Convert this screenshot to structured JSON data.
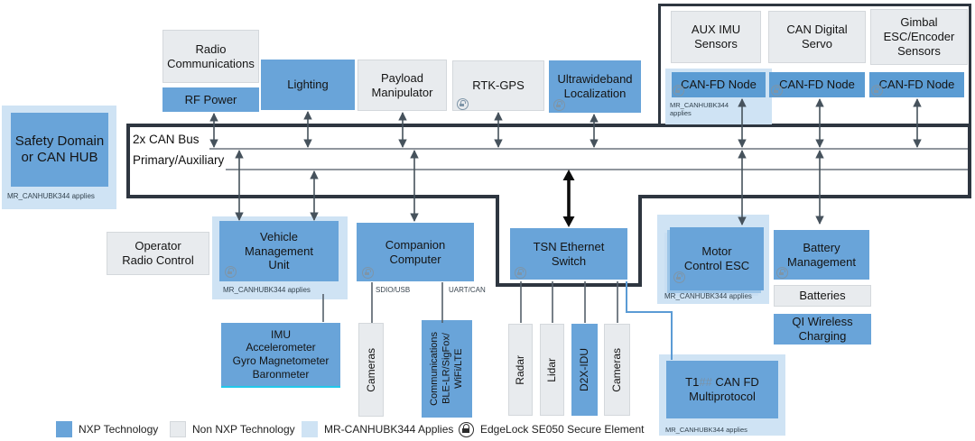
{
  "diagram": {
    "safety": {
      "title": "Safety Domain\nor CAN HUB",
      "caption": "MR_CANHUBK344 applies"
    },
    "bus": {
      "line1": "2x CAN Bus",
      "line2": "Primary/Auxiliary"
    },
    "top_row": {
      "radio": "Radio\nCommunications",
      "rf_power": "RF Power",
      "lighting": "Lighting",
      "payload": "Payload\nManipulator",
      "rtk": "RTK-GPS",
      "uwb": "Ultrawideband\nLocalization"
    },
    "sensor_group": {
      "aux_imu": "AUX IMU\nSensors",
      "servo": "CAN Digital\nServo",
      "gimbal": "Gimbal\nESC/Encoder\nSensors",
      "node1": "CAN-FD Node",
      "node2": "CAN-FD Node",
      "node3": "CAN-FD Node",
      "node1_caption": "MR_CANHUBK344\napplies"
    },
    "mid_row": {
      "operator": "Operator\nRadio Control",
      "vmu": "Vehicle\nManagement\nUnit",
      "vmu_caption": "MR_CANHUBK344 applies",
      "companion": "Companion\nComputer",
      "tsn": "TSN Ethernet\nSwitch",
      "esc": "Motor\nControl ESC",
      "esc_caption": "MR_CANHUBK344 applies",
      "battery": "Battery\nManagement"
    },
    "links": {
      "sdio": "SDIO/USB",
      "uart": "UART/CAN"
    },
    "bottom_row": {
      "imu": "IMU\nAccelerometer\nGyro Magnetometer\nBaronmeter",
      "cameras_left": "Cameras",
      "comms": "Communications\nBLE-LR/SigFox/\nWiFi/LTE",
      "radar": "Radar",
      "lidar": "Lidar",
      "d2x": "D2X-IDU",
      "cameras_right": "Cameras",
      "t1_a": "T1",
      "t1_b": "##",
      "t1_c": " CAN FD",
      "t1_line2": "Multiprotocol",
      "t1_caption": "MR_CANHUBK344 applies",
      "batteries": "Batteries",
      "qi": "QI Wireless\nCharging"
    },
    "legend": {
      "nxp": "NXP Technology",
      "non_nxp": "Non NXP Technology",
      "mr": "MR-CANHUBK344 Applies",
      "edgelock": "EdgeLock SE050 Secure Element"
    },
    "colors": {
      "nxp_blue": "#69a4d9",
      "non_nxp_gray": "#e8ebee",
      "mr_lightblue": "#cfe3f4",
      "outline_dark": "#2e3640",
      "arrow": "#46525c",
      "ethernet_blue": "#5b9bd5"
    }
  }
}
